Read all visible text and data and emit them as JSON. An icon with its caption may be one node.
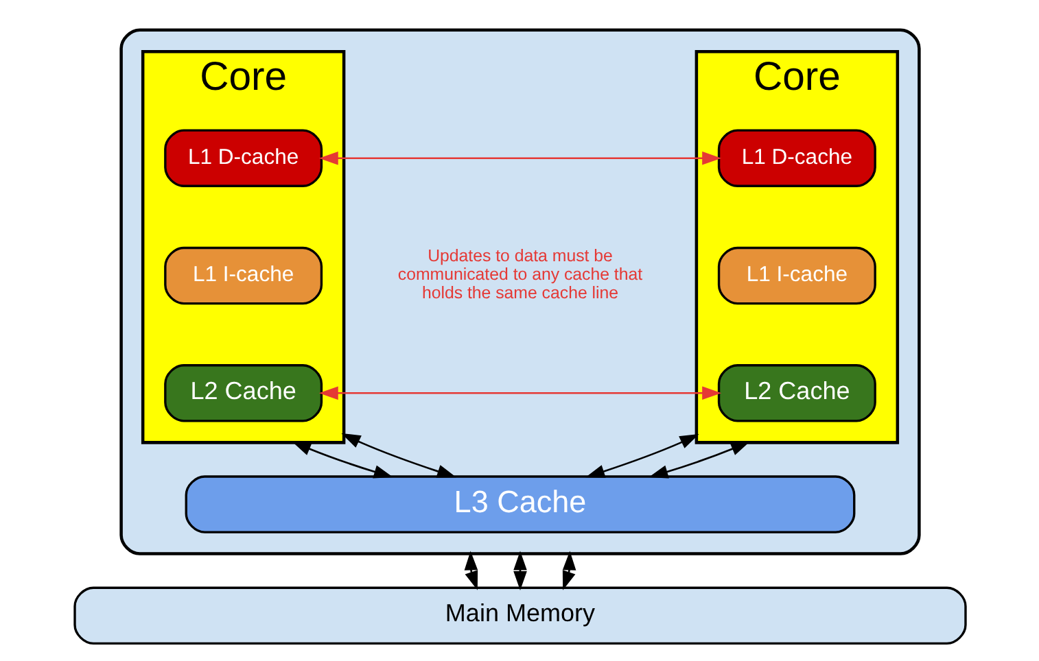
{
  "diagram": {
    "nodes": [
      {
        "text": [],
        "shape": "box"
      },
      {
        "text": [
          "Core"
        ],
        "in": 0
      },
      {
        "text": [
          "L1 D-cache"
        ],
        "in": 1
      },
      {
        "text": [
          "L1 I-cache"
        ],
        "in": 1
      },
      {
        "text": [
          "L2 Cache"
        ],
        "in": 1
      },
      {
        "text": [
          "Core"
        ],
        "in": 0
      },
      {
        "text": [
          "L1 D-cache"
        ],
        "in": 5
      },
      {
        "text": [
          "L1 I-cache"
        ],
        "in": 5
      },
      {
        "text": [
          "L2 Cache"
        ],
        "in": 5
      },
      {
        "text": [
          "L3 Cache"
        ],
        "in": 0
      },
      {
        "text": [
          "Main Memory"
        ]
      }
    ],
    "edges": [
      {
        "from": 2,
        "to": 6,
        "arrow": "both",
        "color": "#e53935"
      },
      {
        "from": 4,
        "to": 8,
        "arrow": "both",
        "color": "#e53935"
      },
      {
        "from": 1,
        "to": 9,
        "arrow": "both"
      },
      {
        "from": 1,
        "to": 9,
        "arrow": "both"
      },
      {
        "from": 5,
        "to": 9,
        "arrow": "both"
      },
      {
        "from": 5,
        "to": 9,
        "arrow": "both"
      },
      {
        "from": 0,
        "to": 10,
        "arrow": "both"
      },
      {
        "from": 0,
        "to": 10,
        "arrow": "both"
      },
      {
        "from": 0,
        "to": 10,
        "arrow": "both"
      }
    ],
    "labels": [
      "Updates to data must be communicated to any cache that holds the same cache line"
    ]
  }
}
